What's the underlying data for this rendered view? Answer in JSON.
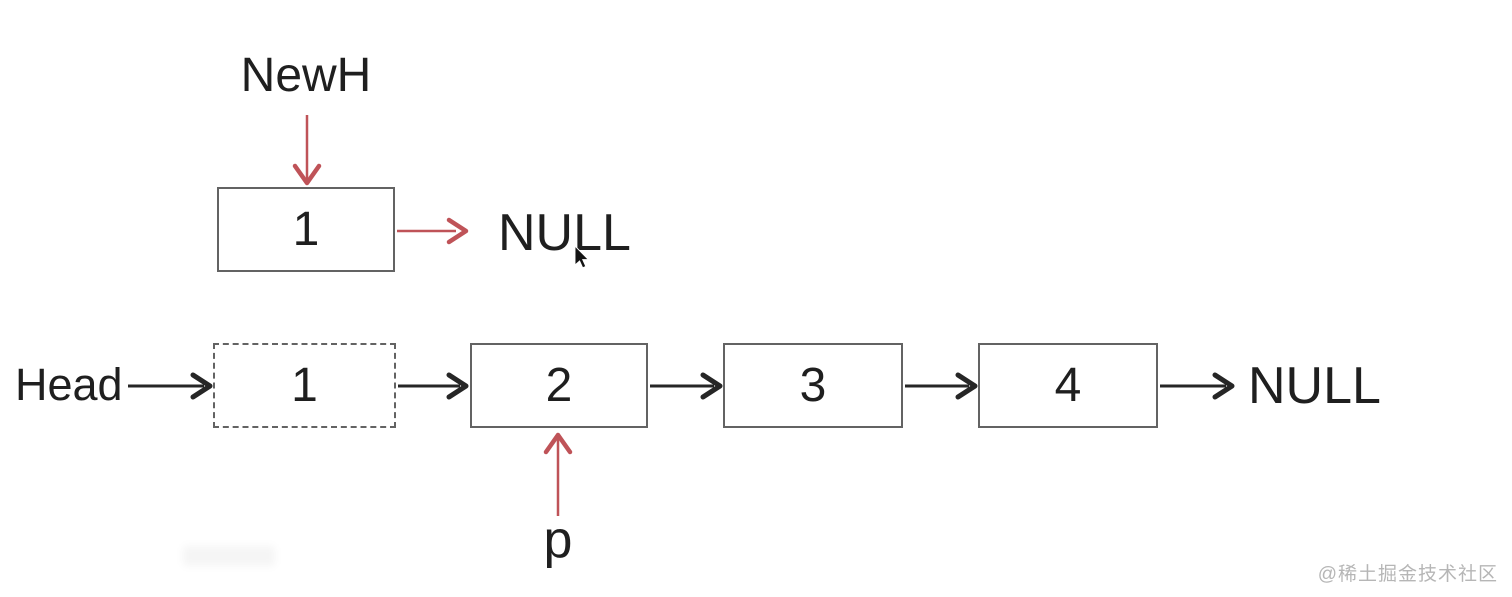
{
  "colors": {
    "background": "#ffffff",
    "text": "#1f1f1f",
    "box_border": "#636363",
    "arrow_black": "#262626",
    "arrow_red": "#bf5358",
    "watermark": "#b6b6b6"
  },
  "top_group": {
    "pointer_label": "NewH",
    "node_value": "1",
    "null_label": "NULL"
  },
  "list_group": {
    "head_label": "Head",
    "nodes": [
      {
        "value": "1",
        "style": "dashed"
      },
      {
        "value": "2",
        "style": "solid"
      },
      {
        "value": "3",
        "style": "solid"
      },
      {
        "value": "4",
        "style": "solid"
      }
    ],
    "null_label": "NULL",
    "pointer_label": "p"
  },
  "watermark": "@稀土掘金技术社区"
}
